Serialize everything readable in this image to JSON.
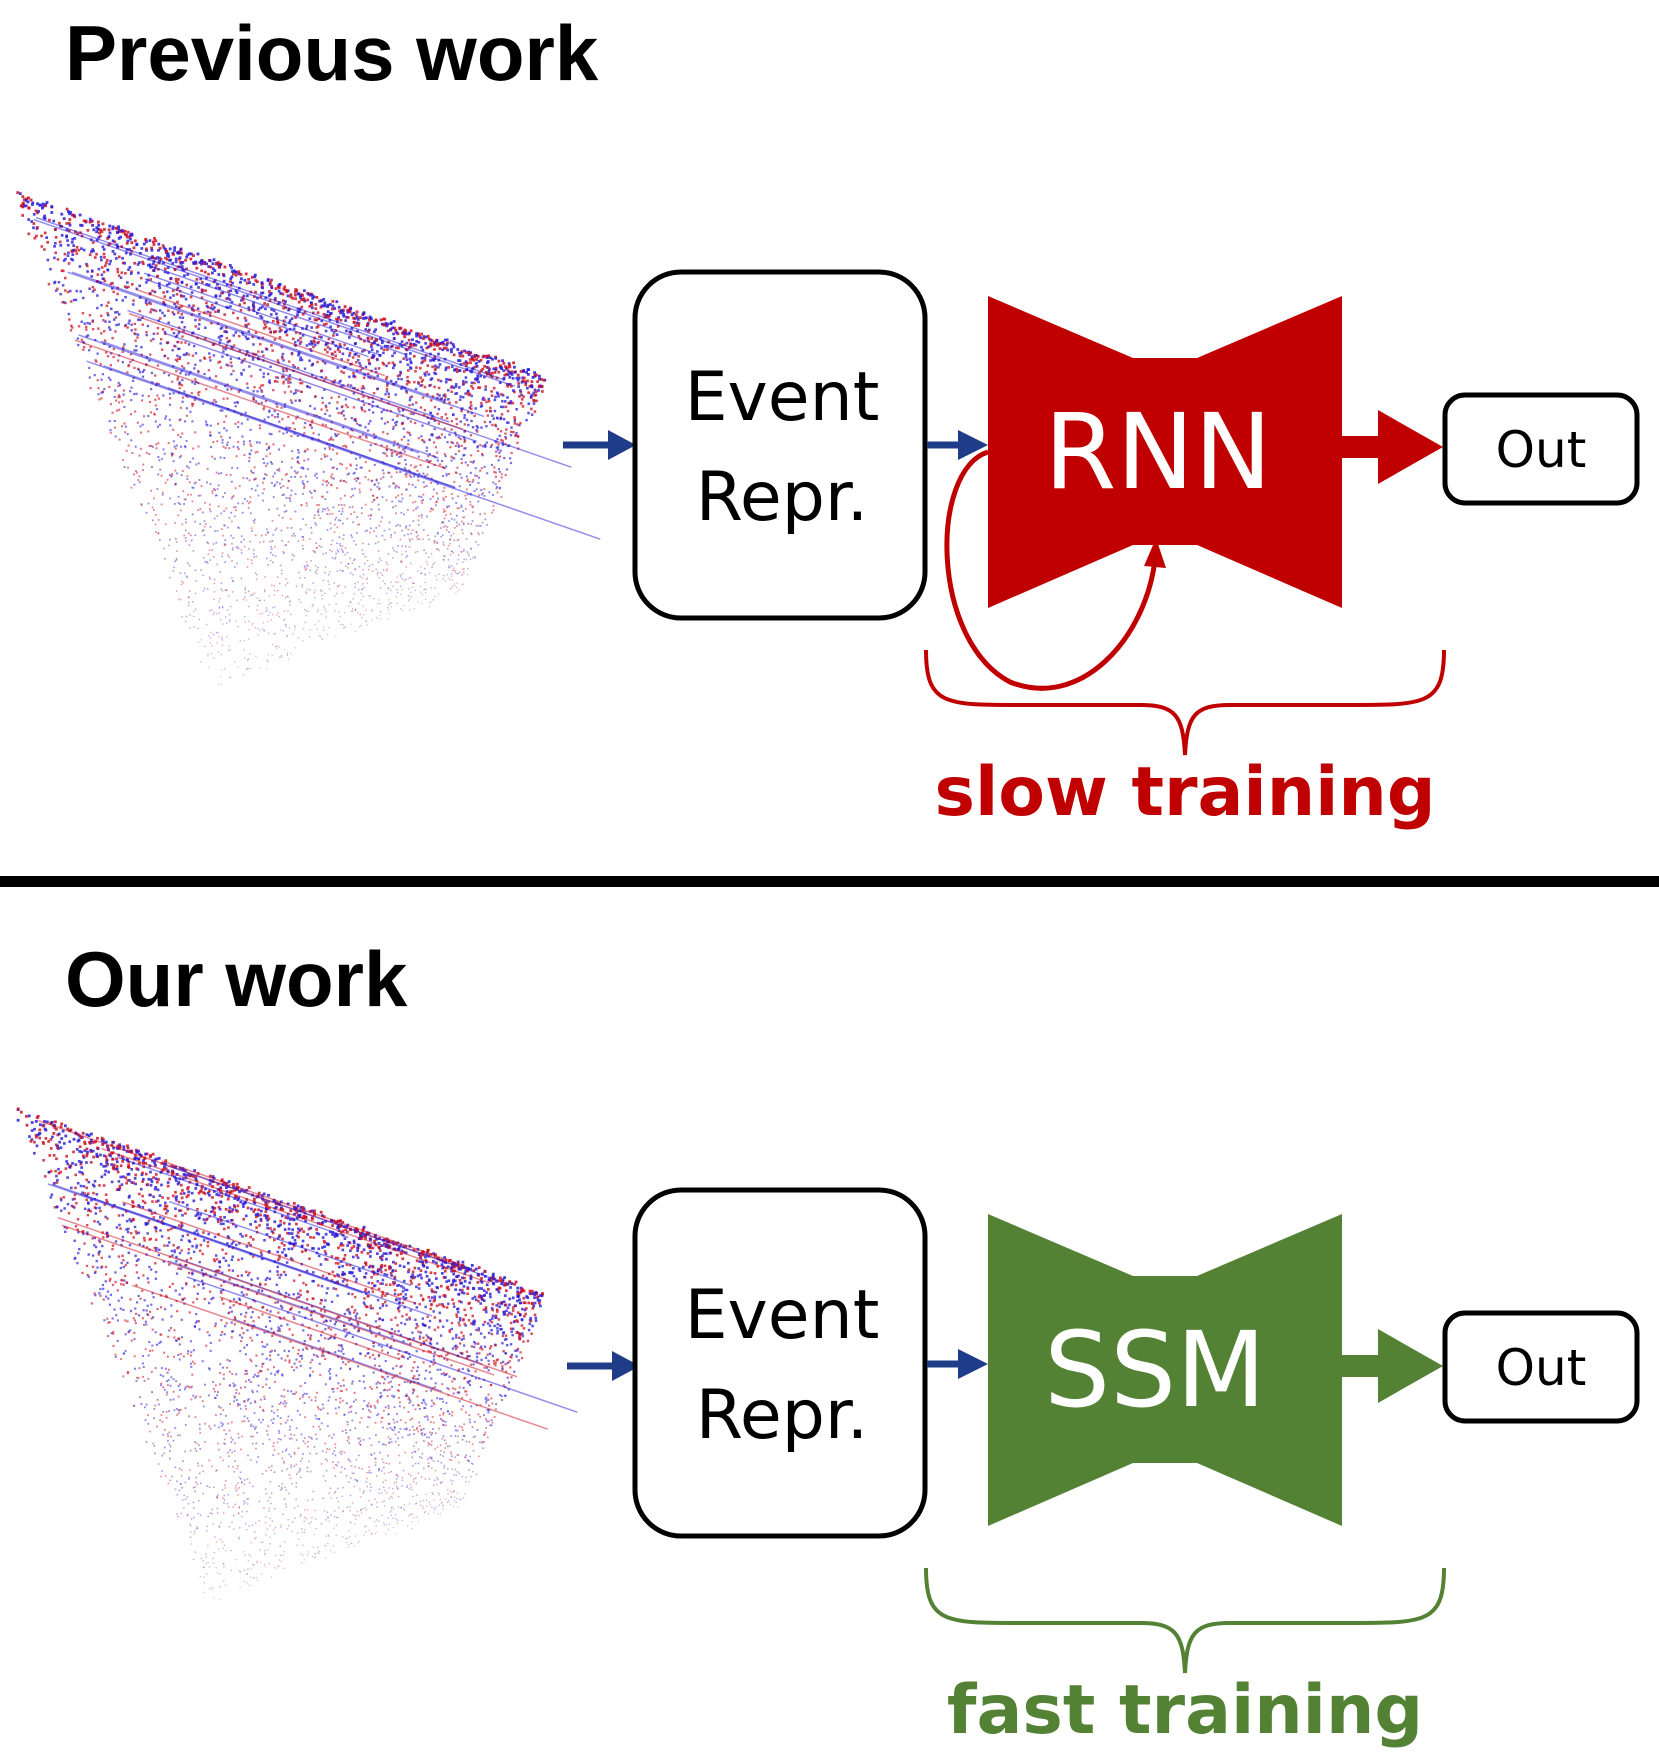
{
  "colors": {
    "previous_accent": "#c00000",
    "ours_accent": "#548235",
    "arrow": "#1f3c88",
    "event_pos": "#cc1122",
    "event_neg": "#2a1bd6",
    "divider": "#000000"
  },
  "top": {
    "title": "Previous work",
    "repr_line1": "Event",
    "repr_line2": "Repr.",
    "network": "RNN",
    "out": "Out",
    "caption": "slow training"
  },
  "bottom": {
    "title": "Our work",
    "repr_line1": "Event",
    "repr_line2": "Repr.",
    "network": "SSM",
    "out": "Out",
    "caption": "fast training"
  }
}
